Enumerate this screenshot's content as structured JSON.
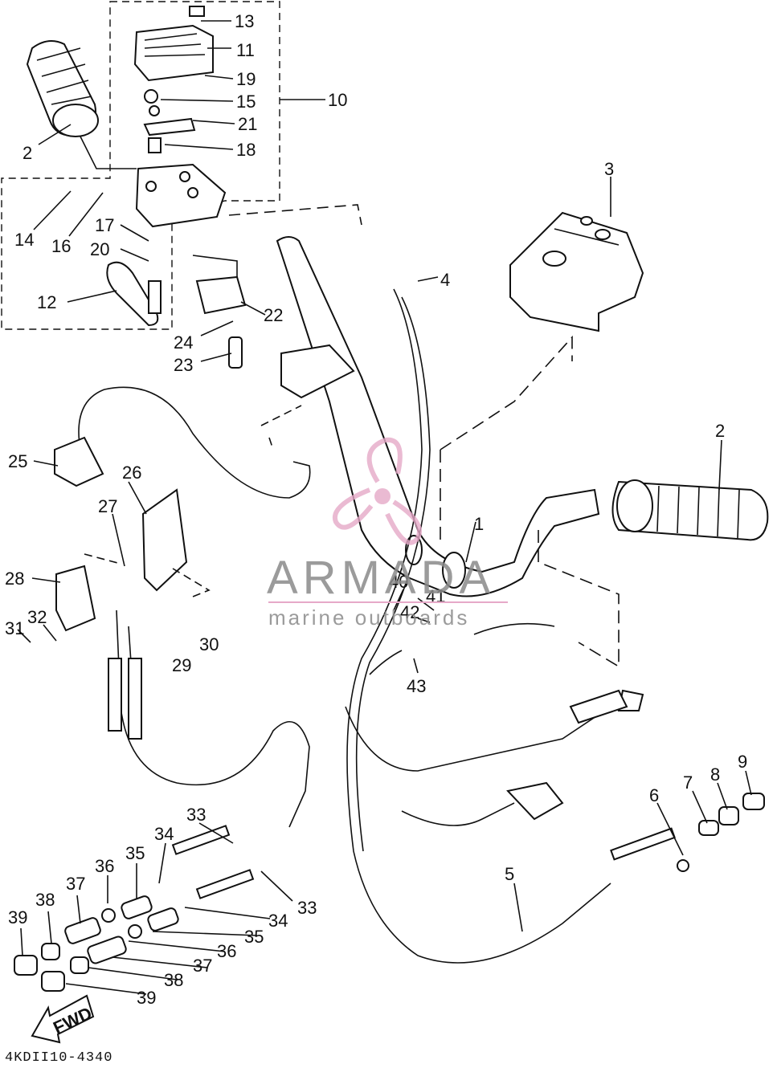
{
  "diagram": {
    "drawing_code": "4KDII10-4340",
    "watermark": {
      "name": "ARMADA",
      "tagline": "marine outboards"
    },
    "direction_label": "FWD",
    "callouts": [
      "1",
      "2",
      "2",
      "3",
      "4",
      "5",
      "6",
      "7",
      "8",
      "9",
      "10",
      "11",
      "12",
      "13",
      "14",
      "15",
      "16",
      "17",
      "18",
      "19",
      "20",
      "21",
      "22",
      "23",
      "24",
      "25",
      "26",
      "27",
      "28",
      "29",
      "30",
      "31",
      "32",
      "33",
      "33",
      "34",
      "34",
      "35",
      "35",
      "36",
      "36",
      "37",
      "37",
      "38",
      "38",
      "39",
      "39",
      "40",
      "41",
      "42",
      "43"
    ],
    "colors": {
      "line": "#111111",
      "watermark_text": "#8a8a8a",
      "watermark_logo": "#e6a9c8"
    }
  }
}
